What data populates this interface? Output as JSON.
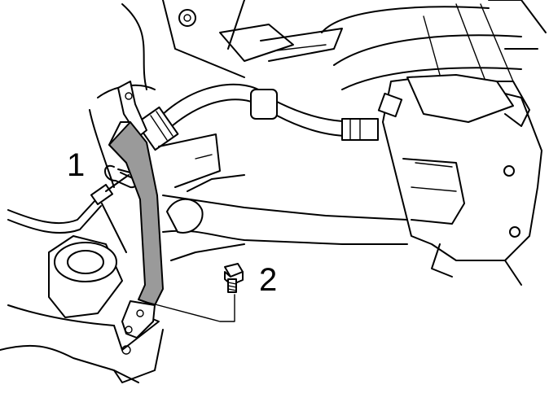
{
  "callouts": [
    {
      "id": "1",
      "text": "1"
    },
    {
      "id": "2",
      "text": "2"
    }
  ],
  "colors": {
    "line": "#000000",
    "background": "#ffffff",
    "bracket_fill": "#9a9a9a"
  }
}
